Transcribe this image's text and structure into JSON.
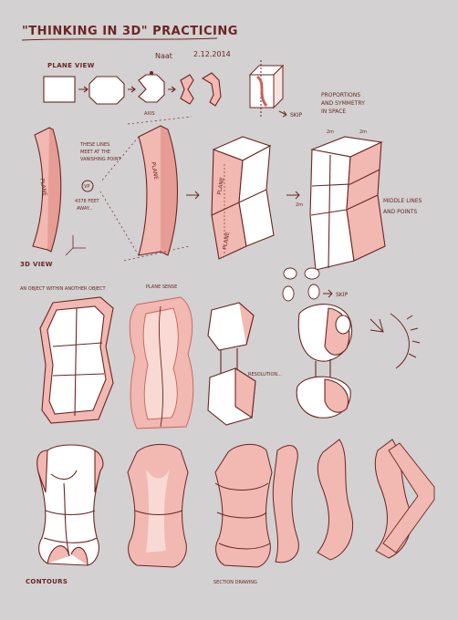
{
  "title": "\"THINKING IN 3D\" PRACTICING",
  "signature": "Naat",
  "date": "2.12.2014",
  "labels": {
    "plane_view": "PLANE VIEW",
    "skip_top": "SKIP",
    "proportions_1": "PROPORTIONS",
    "proportions_2": "AND SYMMETRY",
    "proportions_3": "IN SPACE",
    "lines_meet_1": "THESE LINES",
    "lines_meet_2": "MEET AT THE",
    "lines_meet_3": "VANISHING POINT",
    "feet_1": "4378 FEET",
    "feet_2": "AWAY...",
    "axis": "AXIS",
    "vp": "VP",
    "plane_a": "PLANE",
    "plane_b": "PLANE",
    "plane_c": "PLANE",
    "plane_d": "PLANE",
    "middle_lines_1": "MIDDLE LINES",
    "middle_lines_2": "AND POINTS",
    "three_d_view": "3D VIEW",
    "object_within": "AN OBJECT WITHIN ANOTHER OBJECT",
    "plane_sense": "PLANE SENSE",
    "skip_mid": "SKIP",
    "resolution": "RESOLUTION...",
    "contours": "CONTOURS",
    "section_drawing": "SECTION DRAWING",
    "dim_2m_a": "2m",
    "dim_2m_b": "2m",
    "dim_2m_c": "2m"
  },
  "colors": {
    "paper": "#d3d1d2",
    "ink": "#6b2622",
    "skin": "#f2b8b2",
    "skin_light": "#f9d9d4",
    "highlight": "#ffffff"
  }
}
